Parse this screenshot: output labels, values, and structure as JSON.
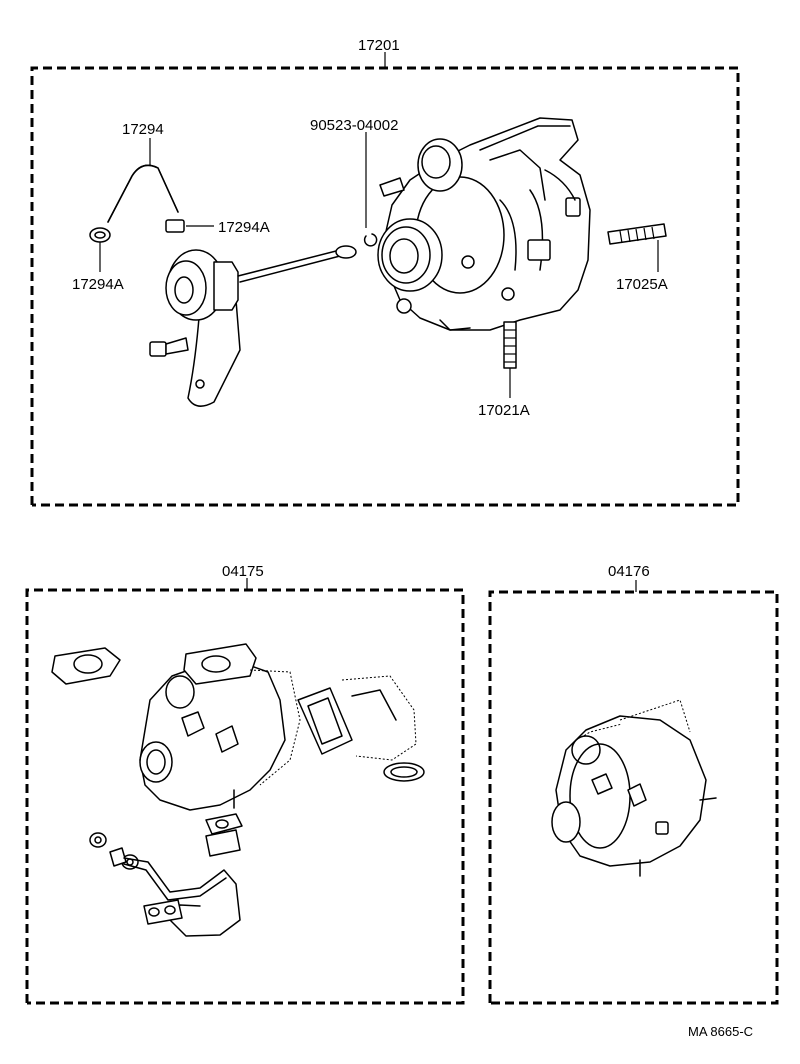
{
  "labels": {
    "assembly": "17201",
    "hose": "17294",
    "clip_right": "17294A",
    "clip_left": "17294A",
    "ring": "90523-04002",
    "stud_right": "17025A",
    "stud_bottom": "17021A",
    "kit_left": "04175",
    "kit_right": "04176"
  },
  "footer": {
    "reference": "MA  8665-C"
  }
}
